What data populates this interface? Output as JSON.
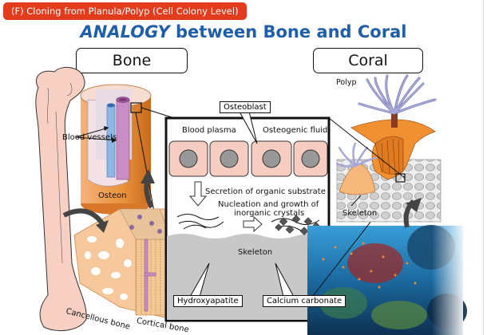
{
  "section_badge": "(F) Cloning from Planula/Polyp (Cell Colony Level)",
  "title": {
    "emphasis": "ANALOGY",
    "rest": " between Bone and Coral"
  },
  "headings": {
    "bone": "Bone",
    "coral": "Coral"
  },
  "bone_labels": {
    "blood_vessels": "Blood vessels",
    "osteon": "Osteon",
    "cancellous_bone": "Cancellous bone",
    "cortical_bone": "Cortical bone"
  },
  "coral_labels": {
    "polyp": "Polyp",
    "skeleton": "Skeleton"
  },
  "center_panel": {
    "osteoblast": "Osteoblast",
    "blood_plasma": "Blood plasma",
    "osteogenic_fluid": "Osteogenic fluid",
    "secretion": "Secretion of organic substrate",
    "nucleation_line1": "Nucleation and growth of",
    "nucleation_line2": "inorganic crystals",
    "skeleton": "Skeleton",
    "hydroxyapatite": "Hydroxyapatite",
    "calcium_carbonate": "Calcium carbonate"
  },
  "colors": {
    "badge": "#e23c1c",
    "title": "#1f5ea8",
    "bone_fill": "#f7cfc3",
    "osteon_orange": "#e8923c",
    "polyp_purple": "#a7a7d6",
    "skeleton_gray": "#c8c8c8",
    "cell_fill": "#f7cdc2",
    "nucleus_gray": "#999999"
  }
}
